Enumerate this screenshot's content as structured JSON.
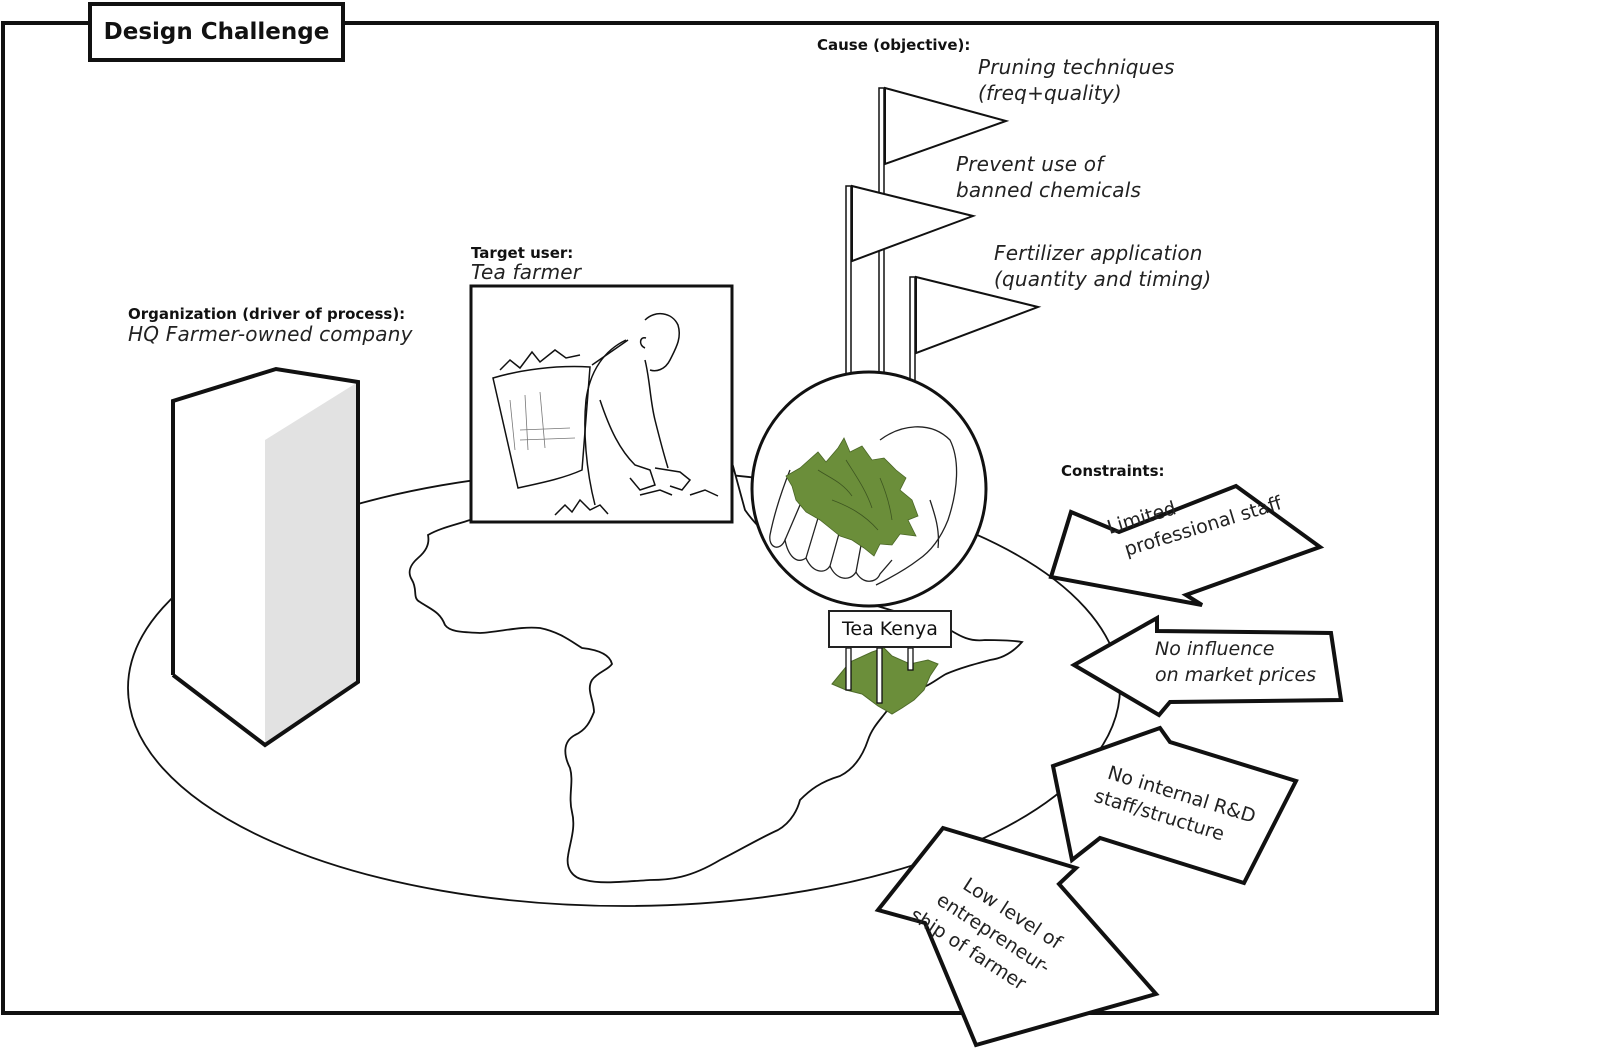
{
  "title": "Design Challenge",
  "organization": {
    "label": "Organization (driver of process):",
    "value": "HQ Farmer-owned company"
  },
  "target_user": {
    "label": "Target user:",
    "value": "Tea farmer"
  },
  "cause": {
    "label": "Cause (objective):",
    "flags": [
      {
        "line1": "Pruning techniques",
        "line2": "(freq+quality)"
      },
      {
        "line1": "Prevent use of",
        "line2": "banned chemicals"
      },
      {
        "line1": "Fertilizer application",
        "line2": "(quantity and timing)"
      }
    ]
  },
  "location_sign": "Tea Kenya",
  "constraints": {
    "label": "Constraints:",
    "items": [
      {
        "line1": "Limited",
        "line2": "professional staff"
      },
      {
        "line1": "No influence",
        "line2": "on market prices"
      },
      {
        "line1": "No internal R&D",
        "line2": "staff/structure"
      },
      {
        "line1": "Low level of",
        "line2": "entrepreneur-",
        "line3": "ship of farmer"
      }
    ]
  },
  "colors": {
    "tea_green": "#6b8e3a",
    "building_shade": "#e2e2e2",
    "stroke": "#111111"
  }
}
